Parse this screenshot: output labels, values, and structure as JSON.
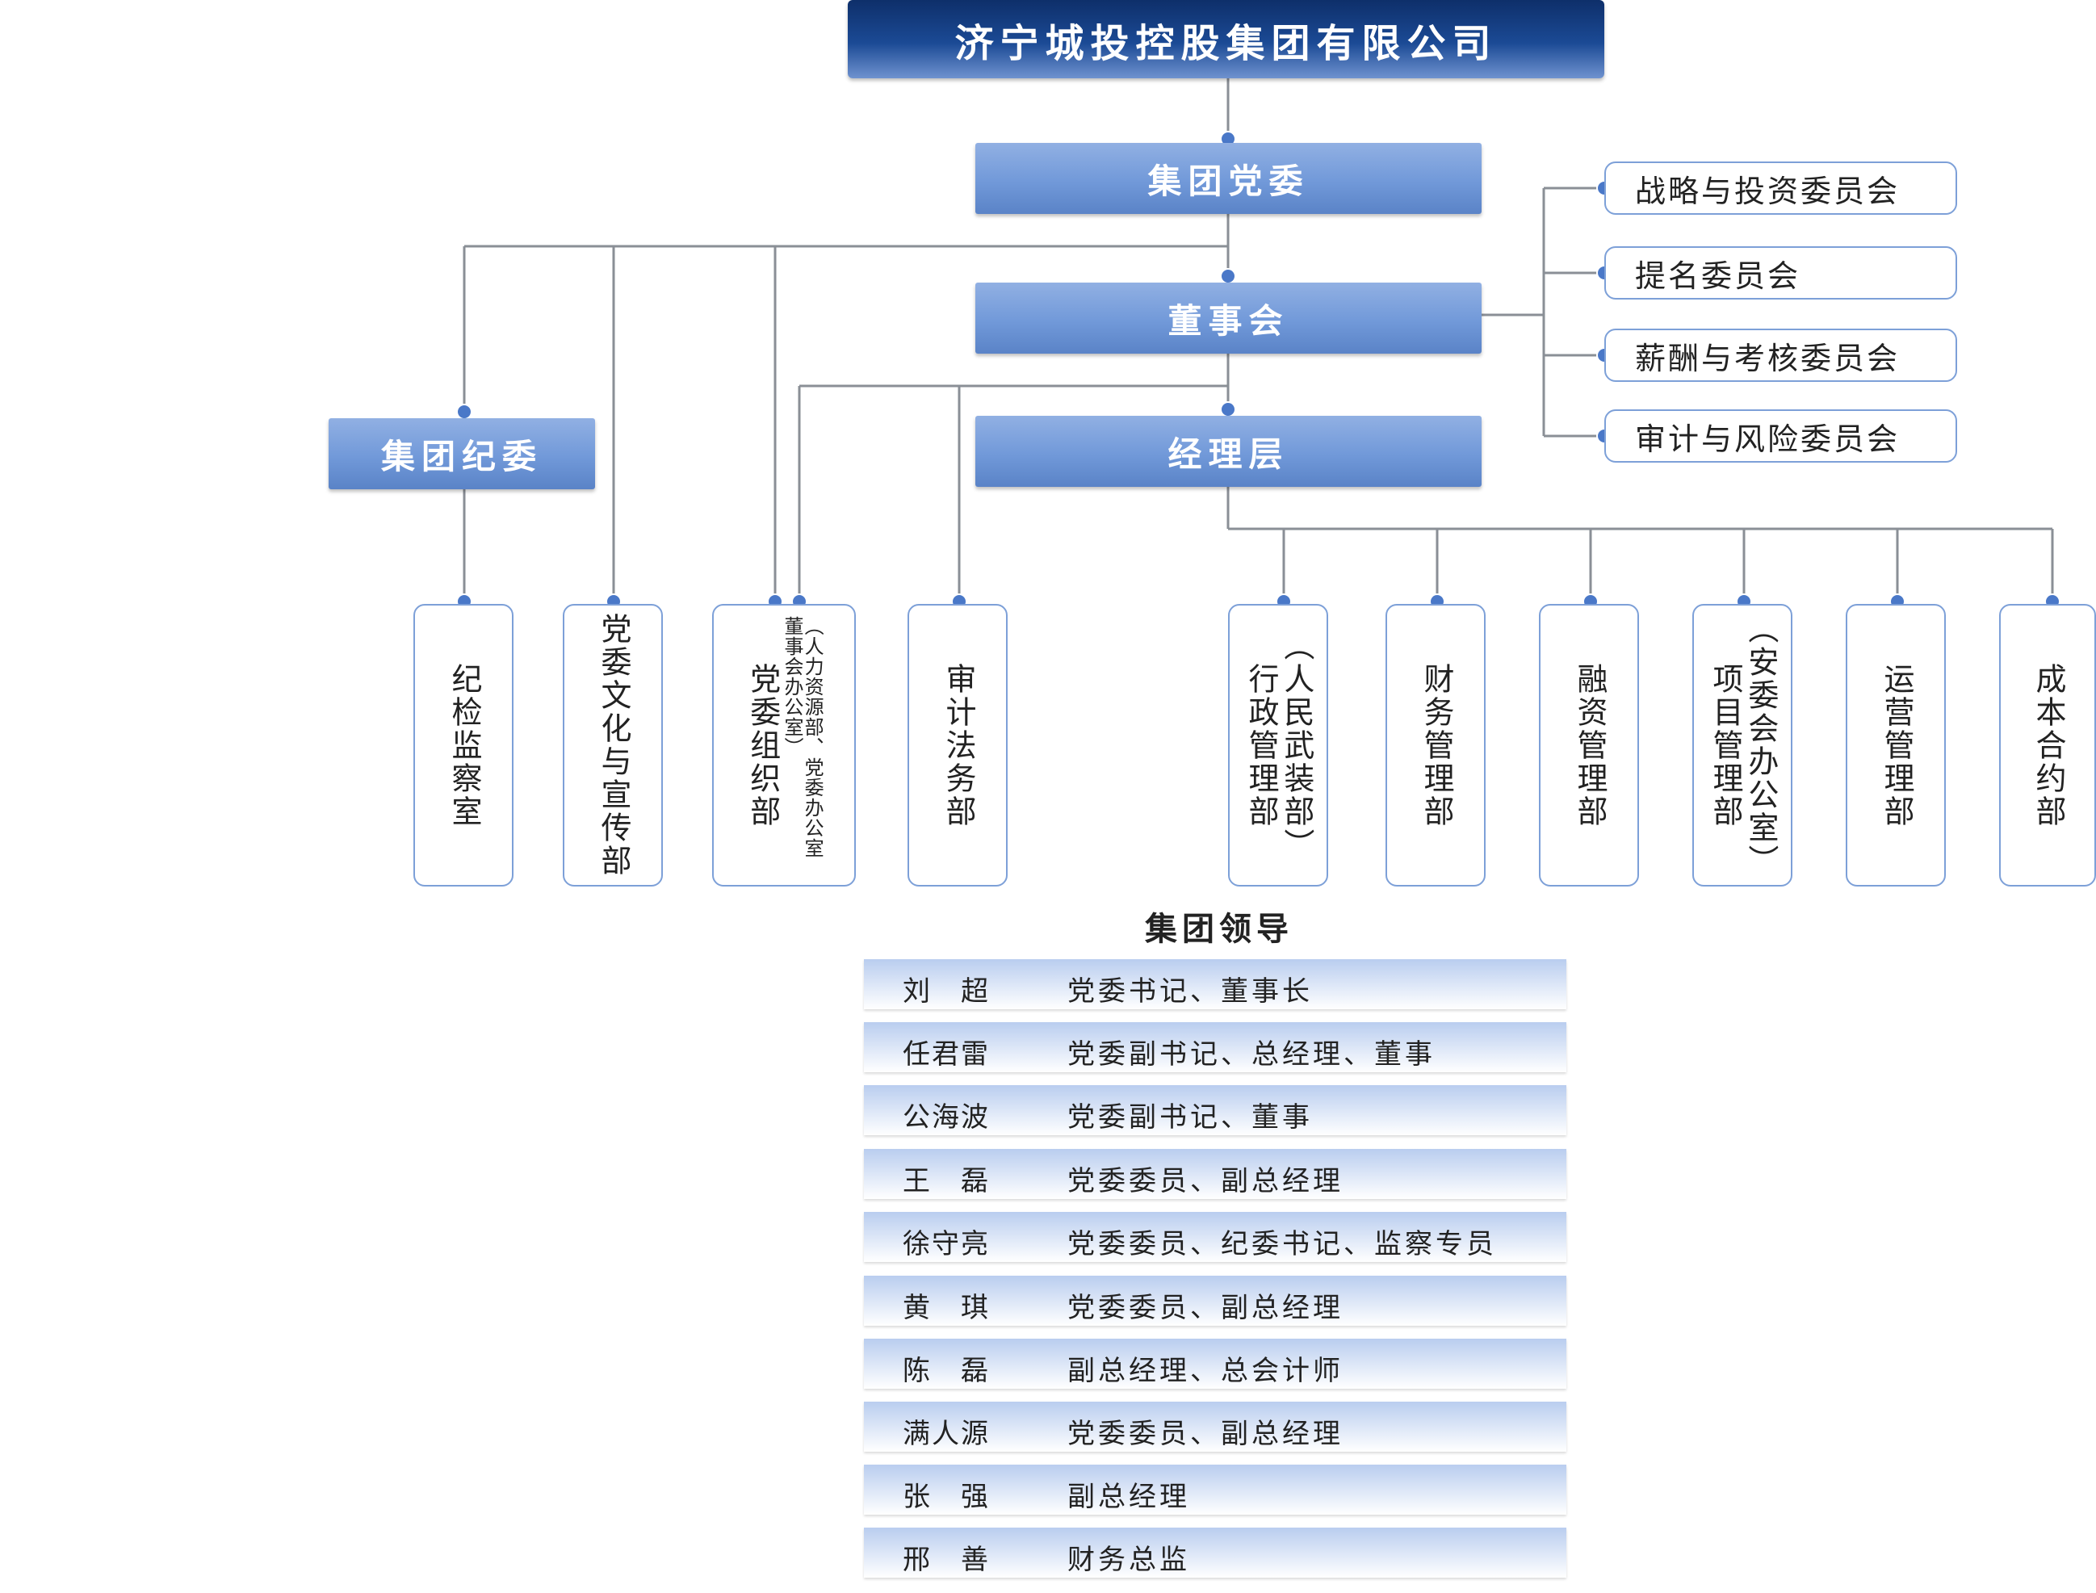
{
  "company_title": "济宁城投控股集团有限公司",
  "nodes": {
    "party_committee": "集团党委",
    "board": "董事会",
    "management": "经理层",
    "discipline": "集团纪委"
  },
  "committees": [
    "战略与投资委员会",
    "提名委员会",
    "薪酬与考核委员会",
    "审计与风险委员会"
  ],
  "departments": [
    {
      "main": "纪检监察室",
      "sub": ""
    },
    {
      "main": "党委文化与宣传部",
      "sub": ""
    },
    {
      "main": "党委组织部",
      "sub": "（人力资源部、党委办公室董事会办公室）"
    },
    {
      "main": "审计法务部",
      "sub": ""
    },
    {
      "main": "行政管理部",
      "sub": "（人民武装部）"
    },
    {
      "main": "财务管理部",
      "sub": ""
    },
    {
      "main": "融资管理部",
      "sub": ""
    },
    {
      "main": "项目管理部",
      "sub": "（安委会办公室）"
    },
    {
      "main": "运营管理部",
      "sub": ""
    },
    {
      "main": "成本合约部",
      "sub": ""
    }
  ],
  "leaders_title": "集团领导",
  "leaders": [
    {
      "name": "刘　超",
      "role": "党委书记、董事长"
    },
    {
      "name": "任君雷",
      "role": "党委副书记、总经理、董事"
    },
    {
      "name": "公海波",
      "role": "党委副书记、董事"
    },
    {
      "name": "王　磊",
      "role": "党委委员、副总经理"
    },
    {
      "name": "徐守亮",
      "role": "党委委员、纪委书记、监察专员"
    },
    {
      "name": "黄　琪",
      "role": "党委委员、副总经理"
    },
    {
      "name": "陈　磊",
      "role": "副总经理、总会计师"
    },
    {
      "name": "满人源",
      "role": "党委委员、副总经理"
    },
    {
      "name": "张　强",
      "role": "副总经理"
    },
    {
      "name": "邢　善",
      "role": "财务总监"
    }
  ],
  "colors": {
    "title_dark": "#0e2f6a",
    "node_blue": "#7199d9",
    "line_gray": "#8a8f96",
    "dot_blue": "#4a78c8",
    "box_border": "#7da0d8"
  }
}
